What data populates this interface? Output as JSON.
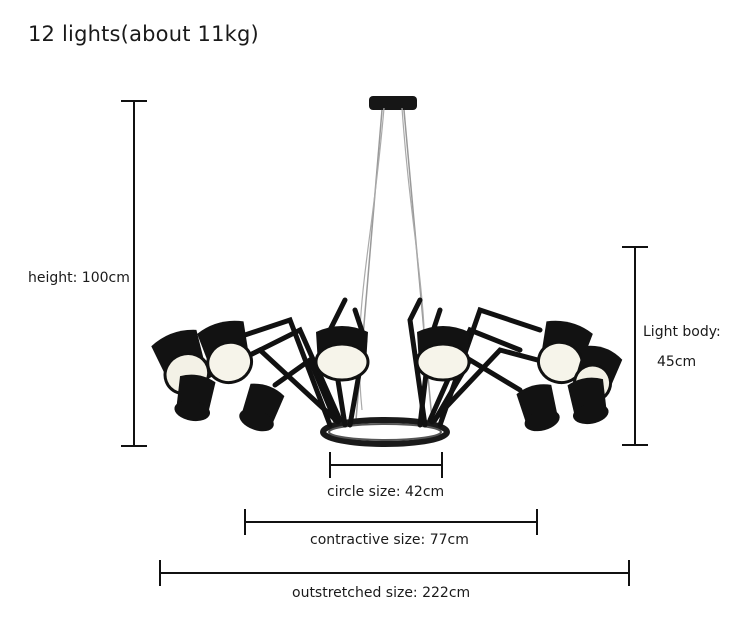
{
  "title": "12 lights(about 11kg)",
  "dimensions": {
    "height": "height: 100cm",
    "light_body_label": "Light body:",
    "light_body_value": "45cm",
    "circle": "circle size: 42cm",
    "contractive": "contractive size: 77cm",
    "outstretched": "outstretched size: 222cm"
  },
  "product_image": "spider-chandelier-12-arms"
}
